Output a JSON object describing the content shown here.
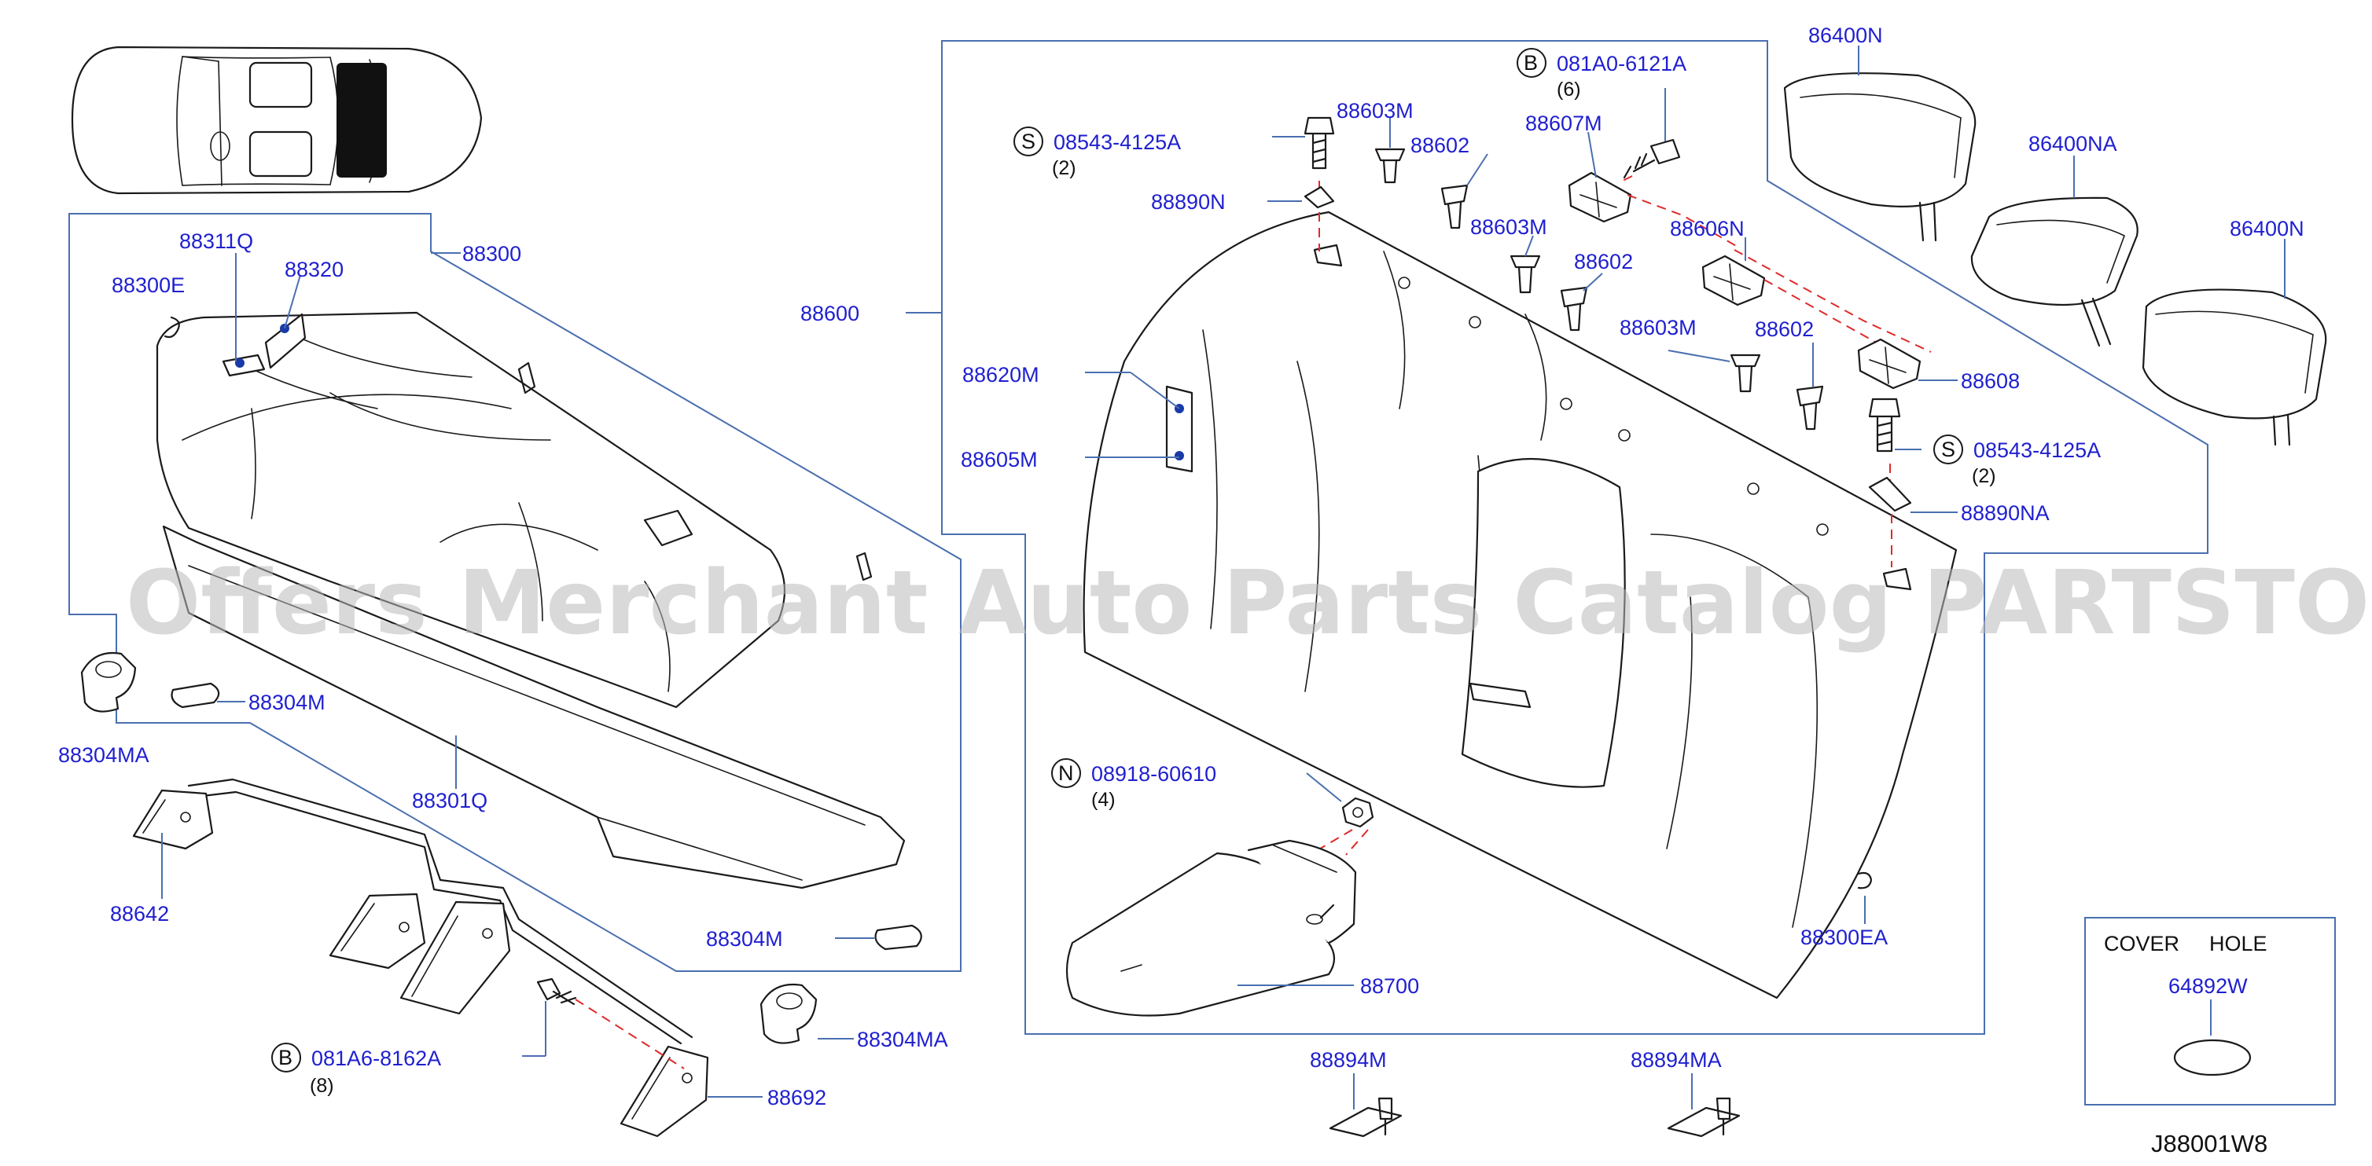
{
  "diagram": {
    "drawing_code": "J88001W8",
    "watermark": "Offers Merchant Auto Parts Catalog PARTSTORE.SA",
    "colors": {
      "label": "#1f1fd0",
      "frame": "#4a6fb0",
      "dashed_guide": "#e02a2a",
      "line_art": "#1a1a1a"
    },
    "legend": {
      "cover": "COVER",
      "hole": "HOLE",
      "part": "64892W"
    },
    "labels": {
      "p88300": "88300",
      "p88311q": "88311Q",
      "p88320": "88320",
      "p88300e": "88300E",
      "p88304ma_left": "88304MA",
      "p88304m_top": "88304M",
      "p88301q": "88301Q",
      "p88642": "88642",
      "p88304m_bottom": "88304M",
      "p88304ma_bottom": "88304MA",
      "p88692": "88692",
      "p88600": "88600",
      "p88620m": "88620M",
      "p88605m": "88605M",
      "p88890n": "88890N",
      "p88603m_1": "88603M",
      "p88602_1": "88602",
      "p88607m": "88607M",
      "p88603m_2": "88603M",
      "p88602_2": "88602",
      "p88606n": "88606N",
      "p88603m_3": "88603M",
      "p88602_3": "88602",
      "p88608": "88608",
      "p88890na": "88890NA",
      "p88700": "88700",
      "p88300ea": "88300EA",
      "p88894m": "88894M",
      "p88894ma": "88894MA",
      "p86400n_1": "86400N",
      "p86400na": "86400NA",
      "p86400n_2": "86400N"
    },
    "fasteners": {
      "s_top": {
        "prefix": "S",
        "code": "08543-4125A",
        "qty": "(2)"
      },
      "b_top": {
        "prefix": "B",
        "code": "081A0-6121A",
        "qty": "(6)"
      },
      "s_right": {
        "prefix": "S",
        "code": "08543-4125A",
        "qty": "(2)"
      },
      "n_nut": {
        "prefix": "N",
        "code": "08918-60610",
        "qty": "(4)"
      },
      "b_bottom": {
        "prefix": "B",
        "code": "081A6-8162A",
        "qty": "(8)"
      }
    }
  }
}
